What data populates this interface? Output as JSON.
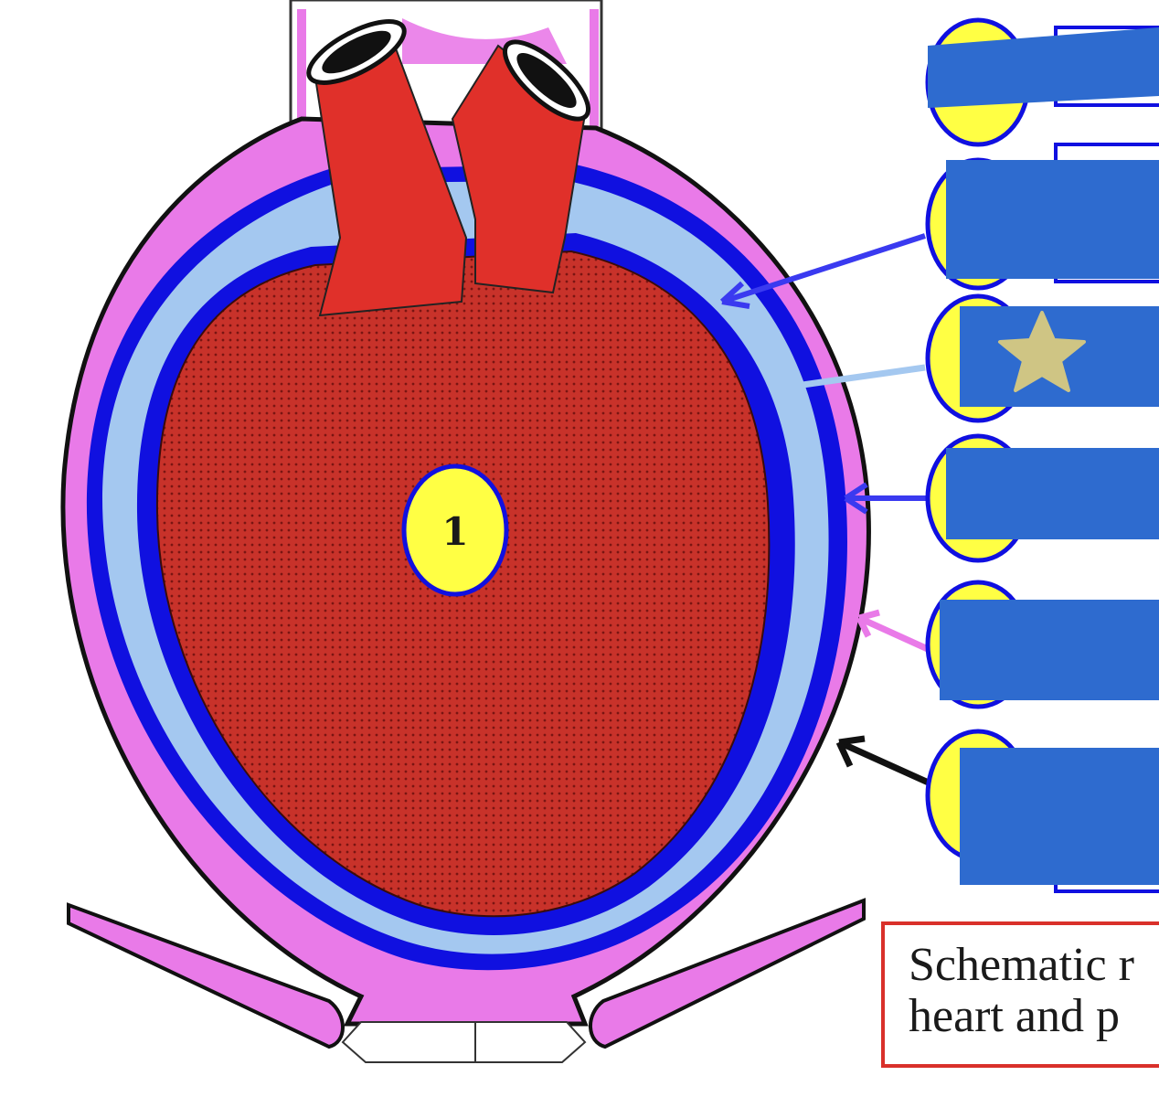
{
  "diagram": {
    "center_label": "1",
    "caption_line_1": "Schematic r",
    "caption_line_2": "heart and p",
    "colors": {
      "fibrous_pericardium": "#e97ae8",
      "parietal_layer": "#1010e0",
      "pericardial_cavity": "#a4c8f0",
      "heart_muscle": "#c8322a",
      "great_vessels": "#e0302a",
      "label_marker": "#ffff44",
      "label_cover": "#2e6bcf",
      "star": "#cfc584",
      "caption_border": "#d9302a"
    },
    "label_slots": [
      {
        "name": "label-slot-1",
        "has_star": false,
        "arrow": "none"
      },
      {
        "name": "label-slot-2",
        "has_star": false,
        "arrow": "blue-arrow"
      },
      {
        "name": "label-slot-3",
        "has_star": true,
        "arrow": "light-blue-line"
      },
      {
        "name": "label-slot-4",
        "has_star": false,
        "arrow": "blue-arrow"
      },
      {
        "name": "label-slot-5",
        "has_star": false,
        "arrow": "pink-arrow"
      },
      {
        "name": "label-slot-6",
        "has_star": false,
        "arrow": "black-arrow"
      }
    ]
  }
}
